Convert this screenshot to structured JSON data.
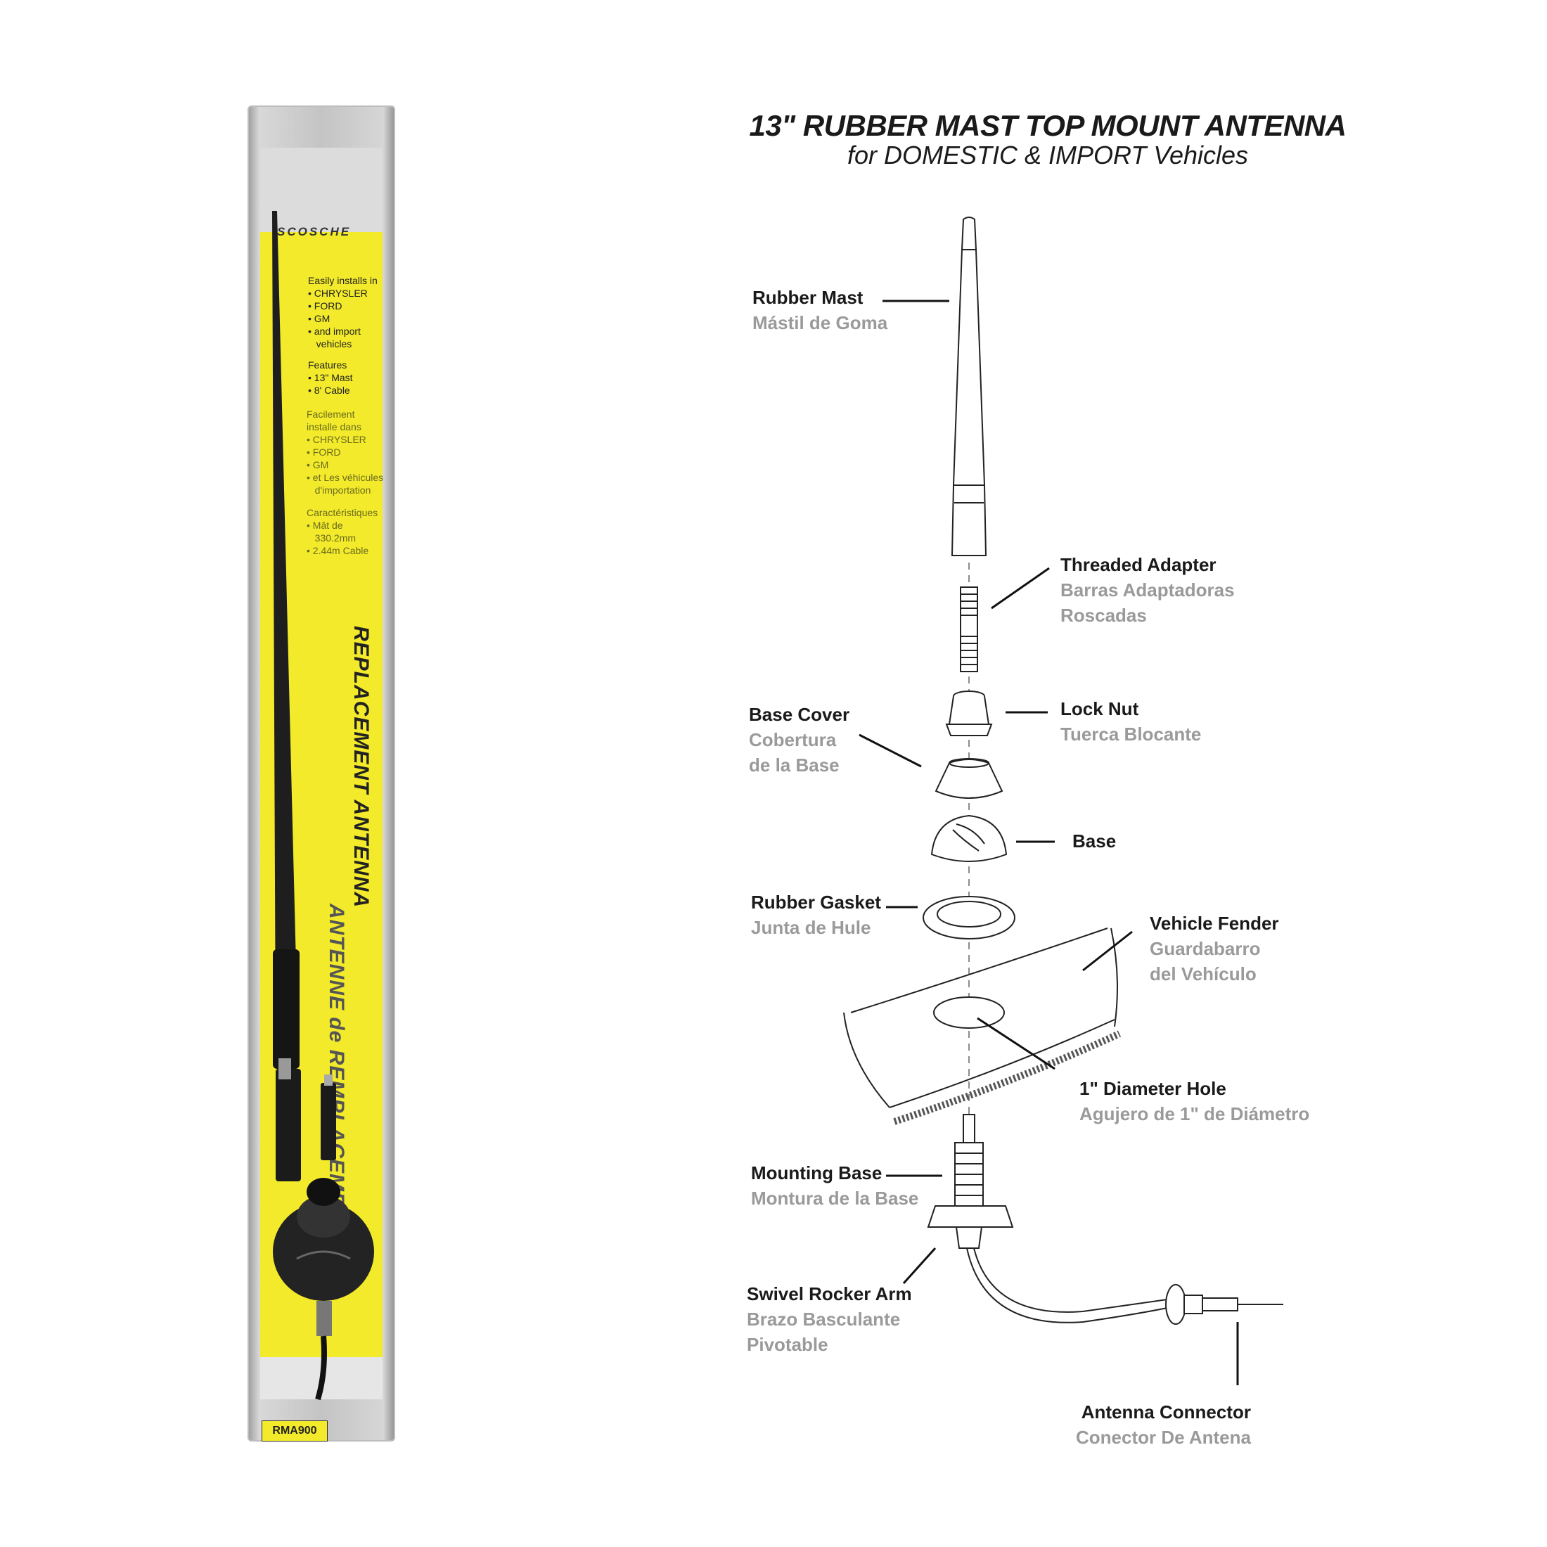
{
  "package": {
    "brand": "SCOSCHE",
    "installs_heading": "Easily installs in",
    "installs_list": "• CHRYSLER\n• FORD\n• GM\n• and import\n   vehicles",
    "features_heading": "Features",
    "features_list": "• 13\" Mast\n• 8' Cable",
    "fr_installs": "Facilement\ninstalle dans\n• CHRYSLER\n• FORD\n• GM\n• et Les véhicules\n   d'importation",
    "fr_features": "Caractéristiques\n• Mât de\n   330.2mm\n• 2.44m Cable",
    "vertical_en": "REPLACEMENT ANTENNA",
    "vertical_fr": "ANTENNE de REMPLACEMENT",
    "model": "RMA900"
  },
  "diagram": {
    "title": "13\" RUBBER MAST TOP MOUNT ANTENNA",
    "subtitle": "for DOMESTIC & IMPORT Vehicles",
    "labels": {
      "rubber_mast": {
        "en": "Rubber Mast",
        "es": "Mástil de Goma"
      },
      "threaded_adapter": {
        "en": "Threaded Adapter",
        "es1": "Barras Adaptadoras",
        "es2": "Roscadas"
      },
      "lock_nut": {
        "en": "Lock Nut",
        "es": "Tuerca Blocante"
      },
      "base_cover": {
        "en": "Base Cover",
        "es1": "Cobertura",
        "es2": "de la Base"
      },
      "base": {
        "en": "Base"
      },
      "rubber_gasket": {
        "en": "Rubber Gasket",
        "es": "Junta de Hule"
      },
      "vehicle_fender": {
        "en": "Vehicle Fender",
        "es1": "Guardabarro",
        "es2": "del Vehículo"
      },
      "diameter_hole": {
        "en": "1\" Diameter Hole",
        "es": "Agujero de 1\" de Diámetro"
      },
      "mounting_base": {
        "en": "Mounting Base",
        "es": "Montura de la Base"
      },
      "swivel_arm": {
        "en": "Swivel Rocker Arm",
        "es1": "Brazo Basculante",
        "es2": "Pivotable"
      },
      "antenna_connector": {
        "en": "Antenna Connector",
        "es": "Conector De Antena"
      }
    }
  }
}
